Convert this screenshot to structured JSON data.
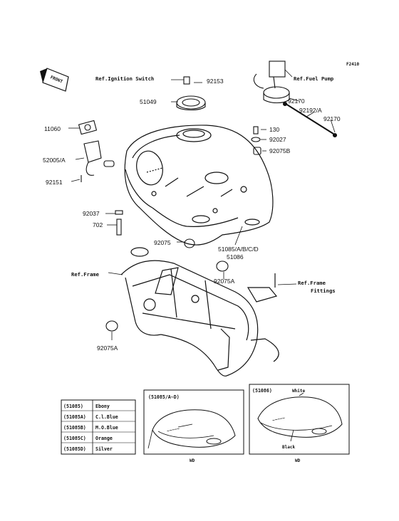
{
  "figure_code": "F2410",
  "front_marker": "FRONT",
  "references": {
    "ignition_switch": "Ref.Ignition Switch",
    "fuel_pump": "Ref.Fuel Pump",
    "frame": "Ref.Frame",
    "frame_fittings_1": "Ref.Frame",
    "frame_fittings_2": "Fittings"
  },
  "part_numbers": {
    "p92153": "92153",
    "p51049": "51049",
    "p92170a": "92170",
    "p92192a": "92192/A",
    "p92170b": "92170",
    "p11060": "11060",
    "p130": "130",
    "p92027": "92027",
    "p92075b": "92075B",
    "p52005a": "52005/A",
    "p92151": "92151",
    "p92037": "92037",
    "p702": "702",
    "p92075": "92075",
    "p51085": "51085/A/B/C/D",
    "p51086": "51086",
    "p92075a_1": "92075A",
    "p92075a_2": "92075A"
  },
  "color_table": [
    {
      "code": "(51085)",
      "color": "Ebony"
    },
    {
      "code": "(51085A)",
      "color": "C.l.Blue"
    },
    {
      "code": "(51085B)",
      "color": "M.O.Blue"
    },
    {
      "code": "(51085C)",
      "color": "Orange"
    },
    {
      "code": "(51085D)",
      "color": "Silver"
    }
  ],
  "inset_left": {
    "title": "(51085/A~D)",
    "footer": "WD"
  },
  "inset_right": {
    "title": "(51086)",
    "label_white": "White",
    "label_black": "Black",
    "footer": "WD"
  }
}
